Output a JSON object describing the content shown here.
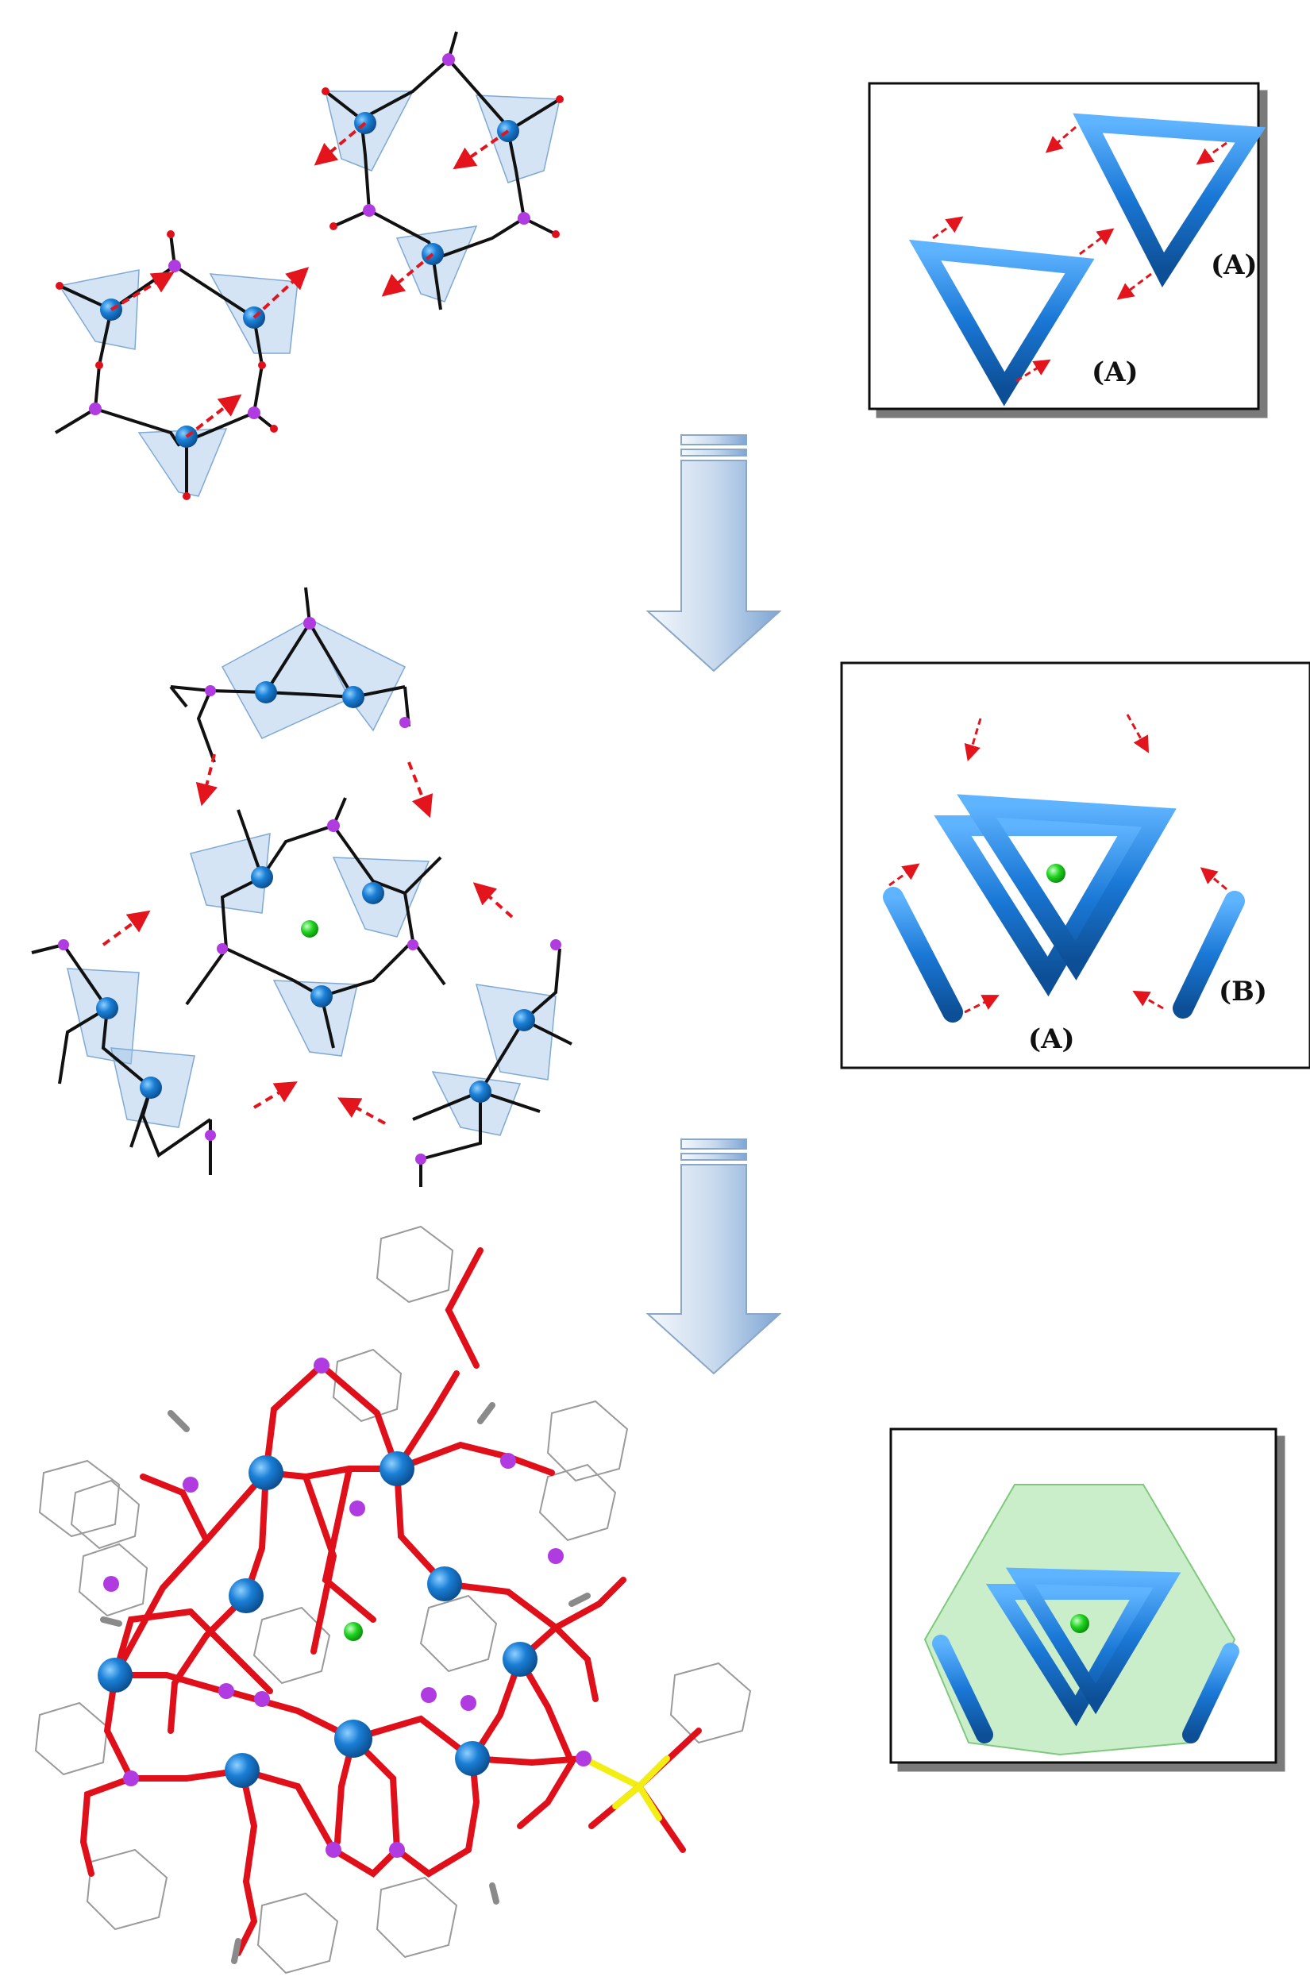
{
  "panels": {
    "top": {
      "labels": [
        "(A)",
        "(A)"
      ]
    },
    "middle": {
      "labels": [
        "(B)",
        "(A)"
      ]
    },
    "bottom": {
      "labels": []
    }
  },
  "colors": {
    "metal": "#1a7fd6",
    "phosphorus": "#b03be0",
    "oxygen": "#e0101a",
    "hydrogen": "#8a8a8a",
    "chloride": "#1fd21f",
    "sulfur": "#f2ee12",
    "polyhedron": "#9fc3e6",
    "rod": "#1a78d6",
    "hull": "#9ee09e",
    "arrow_gradient_top": "#eef4fb",
    "arrow_gradient_bottom": "#8fb2da",
    "dashed_arrow": "#e3141c"
  },
  "icons": [
    "down-arrow-icon",
    "dashed-red-arrow-icon"
  ]
}
